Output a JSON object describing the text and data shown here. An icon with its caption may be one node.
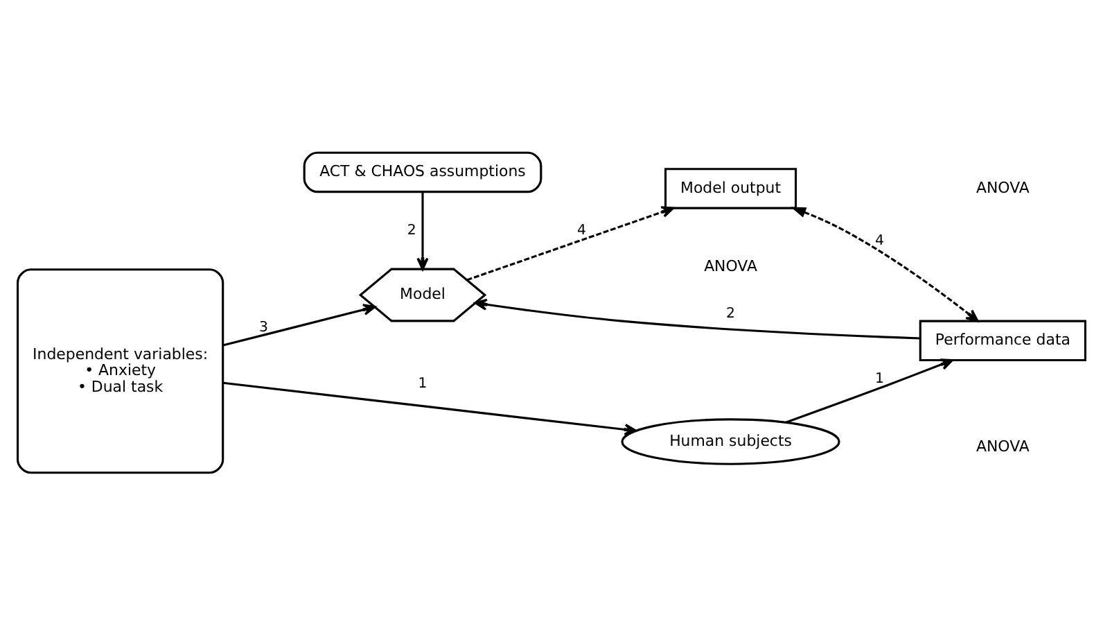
{
  "diagram": {
    "nodes": [
      {
        "text": [
          "ACT & CHAOS assumptions"
        ]
      },
      {
        "text": [
          "Independent variables:",
          "• Anxiety",
          "• Dual task"
        ]
      },
      {
        "text": [
          "Model"
        ]
      },
      {
        "text": [
          "Model output"
        ]
      },
      {
        "text": [
          "Human subjects"
        ]
      },
      {
        "text": [
          "Performance data"
        ]
      }
    ],
    "edges": [
      {
        "from": 0,
        "to": 2,
        "arrow": "to",
        "label": "2"
      },
      {
        "from": 1,
        "to": 2,
        "arrow": "to",
        "label": "3"
      },
      {
        "from": 2,
        "to": 3,
        "arrow": "to",
        "label": "4",
        "style": "dashed"
      },
      {
        "from": 5,
        "to": 2,
        "arrow": "to",
        "label": "2"
      },
      {
        "from": 1,
        "to": 4,
        "arrow": "to",
        "label": "1"
      },
      {
        "from": 4,
        "to": 5,
        "arrow": "to",
        "label": "1"
      },
      {
        "from": 3,
        "to": 5,
        "arrow": "both",
        "label": "4",
        "style": "dashed"
      }
    ],
    "labels": [
      "ANOVA",
      "ANOVA",
      "ANOVA"
    ]
  }
}
